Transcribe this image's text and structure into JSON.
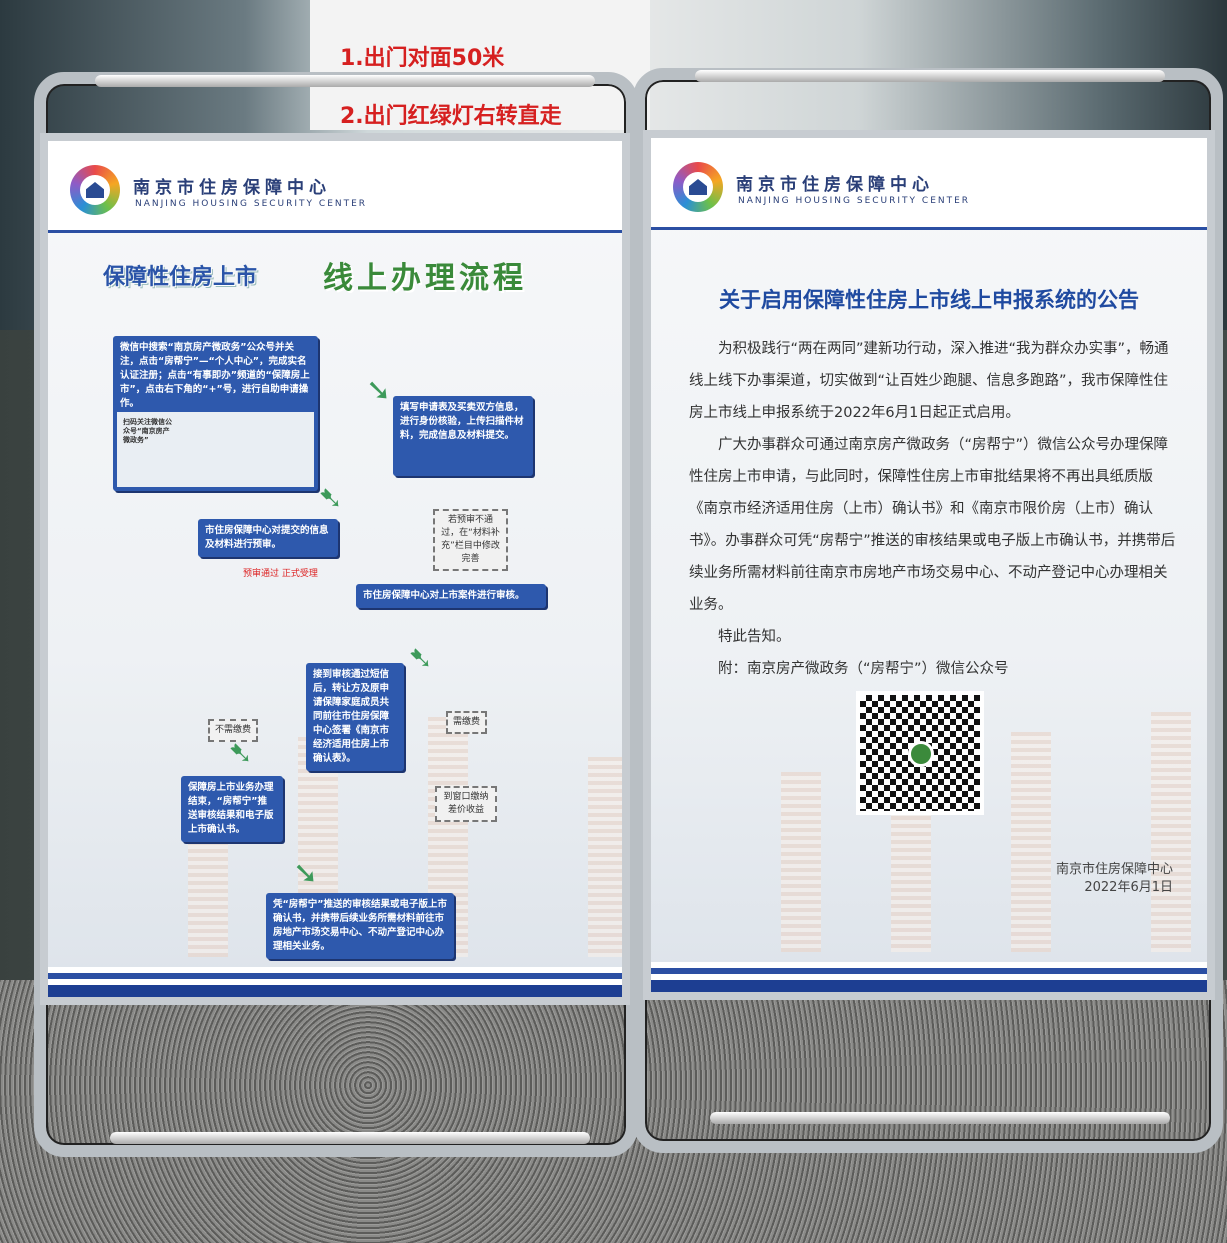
{
  "background_sign": {
    "line1": "1.出门对面50米",
    "line2": "2.出门红绿灯右转直走"
  },
  "org": {
    "name_cn": "南京市住房保障中心",
    "name_en": "NANJING HOUSING SECURITY CENTER"
  },
  "left_poster": {
    "title_part1": "保障性住房上市",
    "title_part2": "线上办理流程",
    "steps": [
      "微信中搜索“南京房产微政务”公众号并关注，点击“房帮宁”—“个人中心”，完成实名认证注册；点击“有事即办”频道的“保障房上市”，点击右下角的“+”号，进行自助申请操作。",
      "填写申请表及买卖双方信息，进行身份核验，上传扫描件材料，完成信息及材料提交。",
      "市住房保障中心对提交的信息及材料进行预审。",
      "市住房保障中心对上市案件进行审核。",
      "接到审核通过短信后，转让方及原申请保障家庭成员共同前往市住房保障中心签署《南京市经济适用住房上市确认表》。",
      "保障房上市业务办理结束，“房帮宁”推送审核结果和电子版上市确认书。",
      "凭“房帮宁”推送的审核结果或电子版上市确认书，并携带后续业务所需材料前往市房地产市场交易中心、不动产登记中心办理相关业务。"
    ],
    "scan_caption": "扫码关注微信公众号“南京房产微政务”",
    "side_notes": {
      "reject": "若预审不通过，在“材料补充”栏目中修改完善",
      "no_fee": "不需缴费",
      "fee": "需缴费",
      "pay": "到窗口缴纳差价收益"
    },
    "pass_label": "预审通过 正式受理"
  },
  "right_poster": {
    "title": "关于启用保障性住房上市线上申报系统的公告",
    "paragraphs": [
      "为积极践行“两在两同”建新功行动，深入推进“我为群众办实事”，畅通线上线下办事渠道，切实做到“让百姓少跑腿、信息多跑路”，我市保障性住房上市线上申报系统于2022年6月1日起正式启用。",
      "广大办事群众可通过南京房产微政务（“房帮宁”）微信公众号办理保障性住房上市申请，与此同时，保障性住房上市审批结果将不再出具纸质版《南京市经济适用住房（上市）确认书》和《南京市限价房（上市）确认书》。办事群众可凭“房帮宁”推送的审核结果或电子版上市确认书，并携带后续业务所需材料前往南京市房地产市场交易中心、不动产登记中心办理相关业务。",
      "特此告知。",
      "附：南京房产微政务（“房帮宁”）微信公众号"
    ],
    "signature": "南京市住房保障中心",
    "date": "2022年6月1日"
  }
}
